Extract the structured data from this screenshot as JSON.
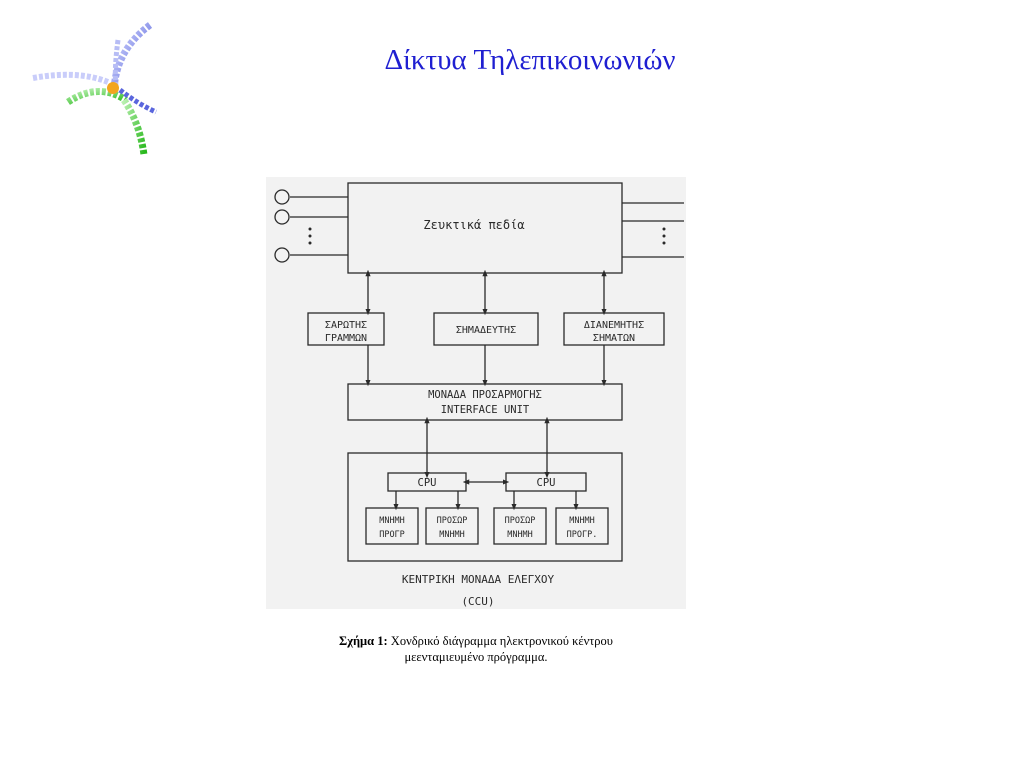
{
  "slide": {
    "title": "Δίκτυα Τηλεπικοινωνιών"
  },
  "diagram": {
    "switching_fields": "Ζευκτικά πεδία",
    "line_scanner": [
      "ΣΑΡΩΤΗΣ",
      "ΓΡΑΜΜΩΝ"
    ],
    "marker": "ΣΗΜΑΔΕΥΤΗΣ",
    "signal_distributor": [
      "ΔΙΑΝΕΜΗΤΗΣ",
      "ΣΗΜΑΤΩΝ"
    ],
    "interface_unit": [
      "ΜΟΝΑΔΑ ΠΡΟΣΑΡΜΟΓΗΣ",
      "INTERFACE UNIT"
    ],
    "cpu_left": "CPU",
    "cpu_right": "CPU",
    "memory_1": [
      "ΜΝΗΜΗ",
      "ΠΡΟΓΡ"
    ],
    "memory_2": [
      "ΠΡΟΣΩΡ",
      "ΜΝΗΜΗ"
    ],
    "memory_3": [
      "ΠΡΟΣΩΡ",
      "ΜΝΗΜΗ"
    ],
    "memory_4": [
      "ΜΝΗΜΗ",
      "ΠΡΟΓΡ."
    ],
    "control_unit": [
      "ΚΕΝΤΡΙΚΗ ΜΟΝΑΔΑ ΕΛΕΓΧΟΥ",
      "(CCU)"
    ]
  },
  "caption": {
    "label": "Σχήμα 1:",
    "text_line1": "Χονδρικό διάγραμμα ηλεκτρονικού κέντρου",
    "text_line2": "μεενταμιευμένο πρόγραμμα."
  },
  "colors": {
    "title": "#1f1fd1",
    "diagram_ink": "#2a2a2a",
    "panel": "#f2f2f2"
  },
  "icons": {
    "logo": "star-logo-icon"
  }
}
